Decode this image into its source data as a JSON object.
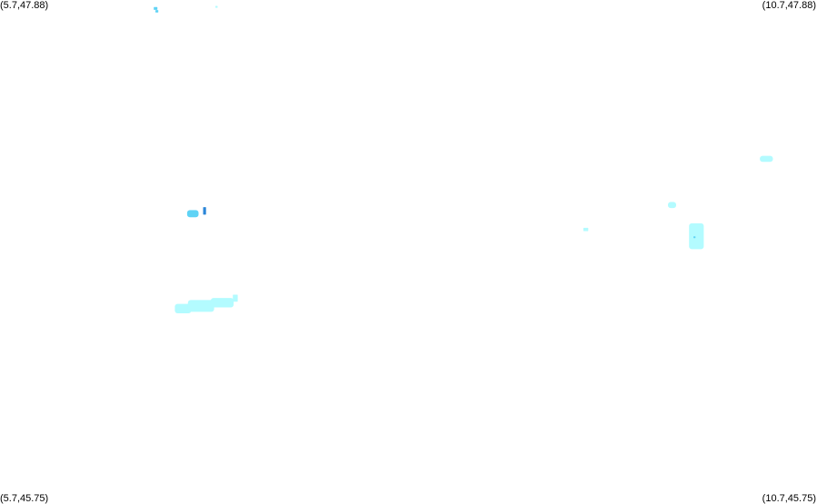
{
  "corners": {
    "top_left": "(5.7,47.88)",
    "top_right": "(10.7,47.88)",
    "bottom_left": "(5.7,45.75)",
    "bottom_right": "(10.7,45.75)"
  },
  "extent": {
    "lon_min": 5.7,
    "lon_max": 10.7,
    "lat_min": 45.75,
    "lat_max": 47.88
  },
  "colors": {
    "light": "#b3fbff",
    "mid": "#5fd3f5",
    "dark": "#2b86d8",
    "background": "#ffffff"
  },
  "clusters": [
    {
      "name": "northwest-speck",
      "lon": 6.652,
      "lat": 47.844,
      "w": 0.022,
      "h": 0.012,
      "level": "mid"
    },
    {
      "name": "northwest-speck-2",
      "lon": 6.66,
      "lat": 47.832,
      "w": 0.018,
      "h": 0.01,
      "level": "mid"
    },
    {
      "name": "north-speck",
      "lon": 7.025,
      "lat": 47.851,
      "w": 0.014,
      "h": 0.008,
      "level": "light"
    },
    {
      "name": "west-middle-patch",
      "lon": 6.88,
      "lat": 46.972,
      "w": 0.07,
      "h": 0.03,
      "level": "mid"
    },
    {
      "name": "west-middle-bar",
      "lon": 6.952,
      "lat": 46.984,
      "w": 0.018,
      "h": 0.032,
      "level": "dark"
    },
    {
      "name": "southwest-band-1",
      "lon": 6.82,
      "lat": 46.569,
      "w": 0.1,
      "h": 0.04,
      "level": "light"
    },
    {
      "name": "southwest-band-2",
      "lon": 6.93,
      "lat": 46.58,
      "w": 0.16,
      "h": 0.05,
      "level": "light"
    },
    {
      "name": "southwest-band-3",
      "lon": 7.06,
      "lat": 46.594,
      "w": 0.14,
      "h": 0.04,
      "level": "light"
    },
    {
      "name": "southwest-band-4",
      "lon": 7.14,
      "lat": 46.613,
      "w": 0.03,
      "h": 0.03,
      "level": "light"
    },
    {
      "name": "east-speck",
      "lon": 9.285,
      "lat": 46.905,
      "w": 0.03,
      "h": 0.014,
      "level": "light"
    },
    {
      "name": "east-north-patch",
      "lon": 9.813,
      "lat": 47.009,
      "w": 0.05,
      "h": 0.026,
      "level": "light"
    },
    {
      "name": "east-central-blob",
      "lon": 9.962,
      "lat": 46.876,
      "w": 0.09,
      "h": 0.11,
      "level": "light"
    },
    {
      "name": "east-central-dot",
      "lon": 9.95,
      "lat": 46.872,
      "w": 0.012,
      "h": 0.008,
      "level": "mid"
    },
    {
      "name": "northeast-patch",
      "lon": 10.39,
      "lat": 47.205,
      "w": 0.08,
      "h": 0.026,
      "level": "light"
    }
  ]
}
